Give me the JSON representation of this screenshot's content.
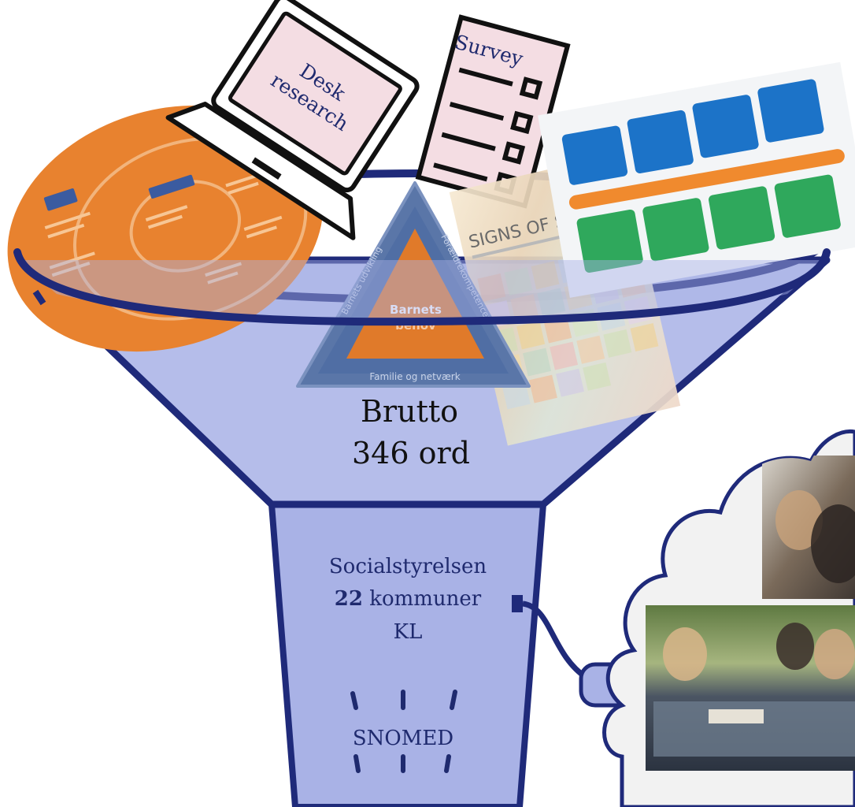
{
  "laptop": {
    "line1": "Desk",
    "line2": "research"
  },
  "survey": {
    "label": "Survey"
  },
  "signs_of_safety": {
    "title": "SIGNS OF SAFETY"
  },
  "triangle": {
    "center_line1": "Barnets",
    "center_line2": "behov",
    "bottom": "Familie og netværk",
    "left": "Barnets udvikling",
    "right": "Forældrekompetencer"
  },
  "funnel": {
    "brutto_label": "Brutto",
    "brutto_count": "346 ord",
    "stem_line1": "Socialstyrelsen",
    "stem_count": "22",
    "stem_line2_rest": " kommuner",
    "stem_line3": "KL",
    "snomed": "SNOMED"
  },
  "colors": {
    "funnel_fill": "#a9b2e6",
    "funnel_stroke": "#1f2a7a",
    "text_navy": "#1f2a6e",
    "orange": "#e57f2c",
    "pink_paper": "#f4dde3"
  }
}
